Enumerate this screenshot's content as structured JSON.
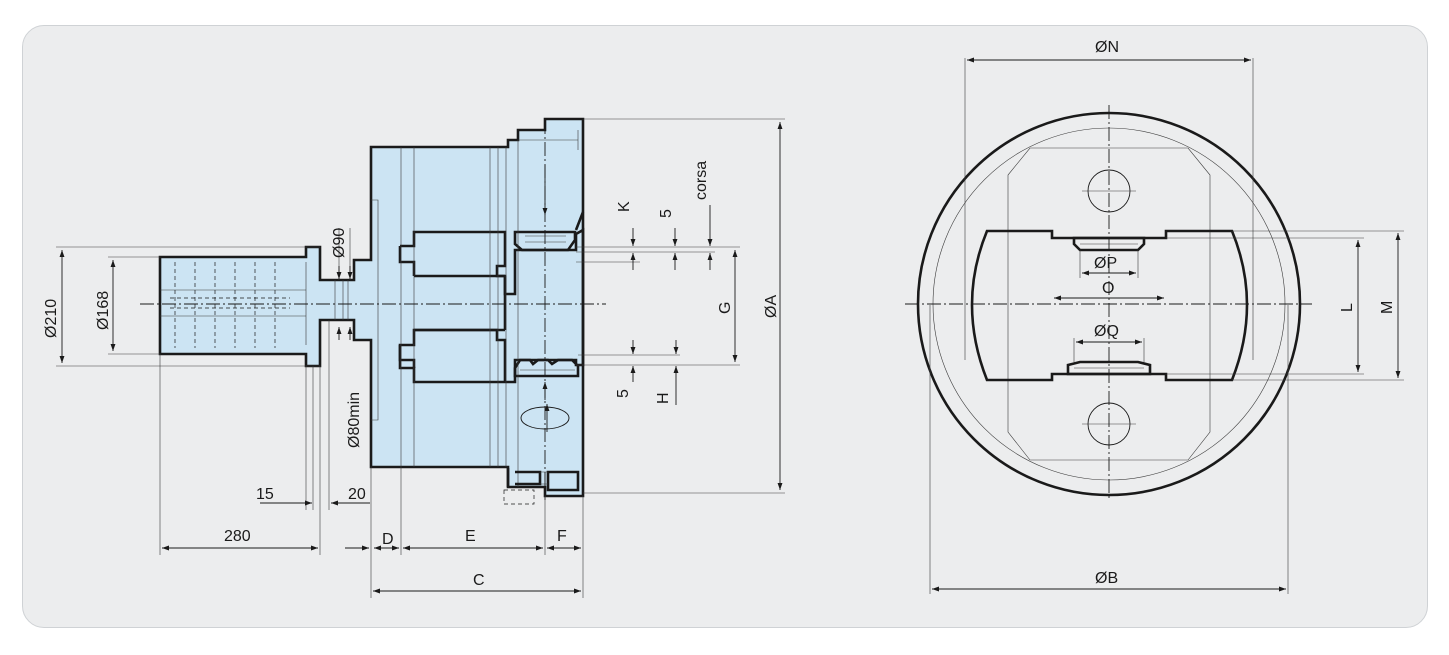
{
  "colors": {
    "part_fill": "#cce4f3",
    "line": "#1a1a1a",
    "panel": "#ecedee"
  },
  "side_view": {
    "labels": {
      "dia_210": "Ø210",
      "dia_168": "Ø168",
      "dia_90": "Ø90",
      "dia_80min": "Ø80min",
      "dim_15": "15",
      "dim_20": "20",
      "dim_280": "280",
      "dim_D": "D",
      "dim_E": "E",
      "dim_F": "F",
      "dim_C": "C",
      "dim_K": "K",
      "dim_5_top": "5",
      "corsa": "corsa",
      "dim_G": "G",
      "dim_A": "ØA",
      "dim_5_bottom": "5",
      "dim_H": "H"
    }
  },
  "front_view": {
    "labels": {
      "dia_N": "ØN",
      "dia_P": "ØP",
      "dim_O": "O",
      "dia_Q": "ØQ",
      "dim_L": "L",
      "dim_M": "M",
      "dia_B": "ØB"
    }
  }
}
